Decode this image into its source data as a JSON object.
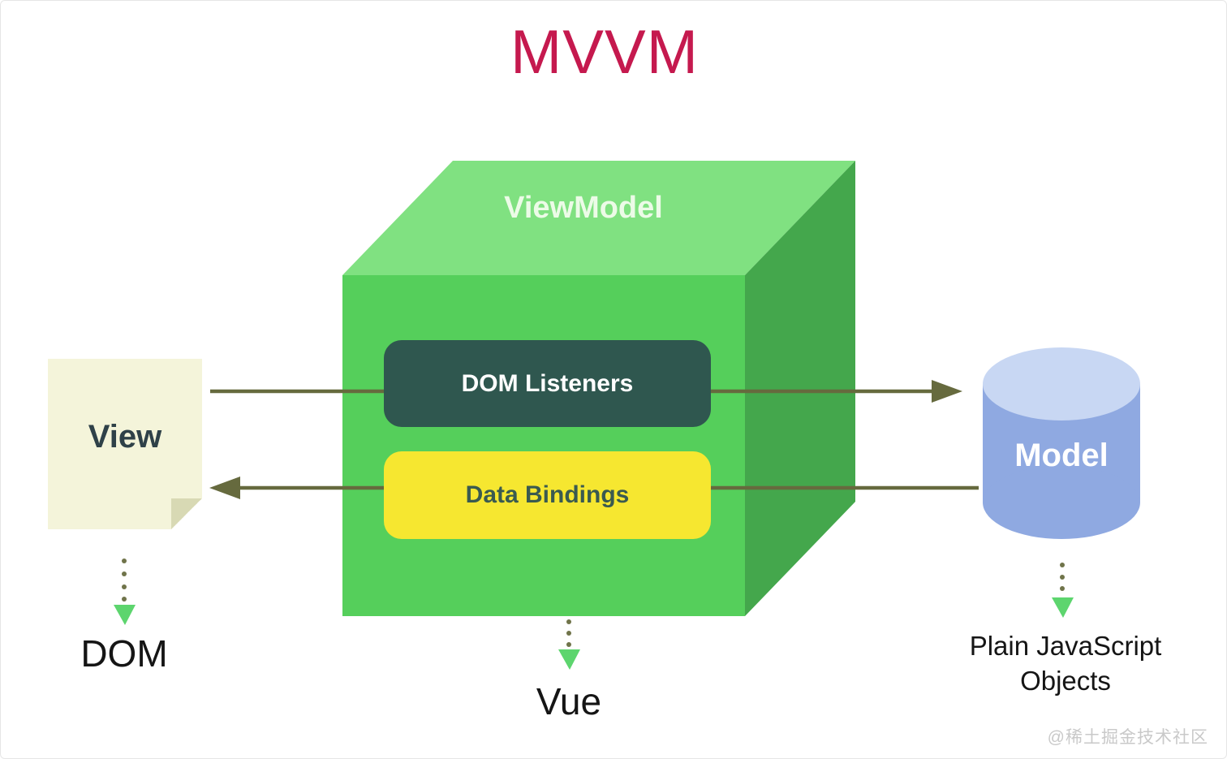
{
  "title": "MVVM",
  "diagram": {
    "viewmodel_label": "ViewModel",
    "dom_listeners_label": "DOM Listeners",
    "data_bindings_label": "Data Bindings",
    "view_label": "View",
    "model_label": "Model",
    "dom_label": "DOM",
    "vue_label": "Vue",
    "plain_js_objects_label": "Plain JavaScript Objects"
  },
  "watermark": "@稀土掘金技术社区",
  "colors": {
    "background": "#ffffff",
    "title": "#c5194e",
    "cube_top": "#80e181",
    "cube_front": "#55cf5b",
    "cube_right": "#44a74c",
    "dom_listeners_bg": "#2f574f",
    "dom_listeners_text": "#ffffff",
    "data_bindings_bg": "#f6e730",
    "data_bindings_text": "#3a5a50",
    "view_note_bg": "#f4f4da",
    "view_note_fold": "#d8d9b4",
    "view_text": "#2f4148",
    "model_body": "#8fa9e1",
    "model_top": "#c8d7f3",
    "model_text": "#ffffff",
    "arrow": "#666a3e",
    "dotted_dot": "#70744a",
    "dotted_head": "#5dd56e",
    "label_text": "#151515",
    "watermark": "#c9c9c9"
  }
}
